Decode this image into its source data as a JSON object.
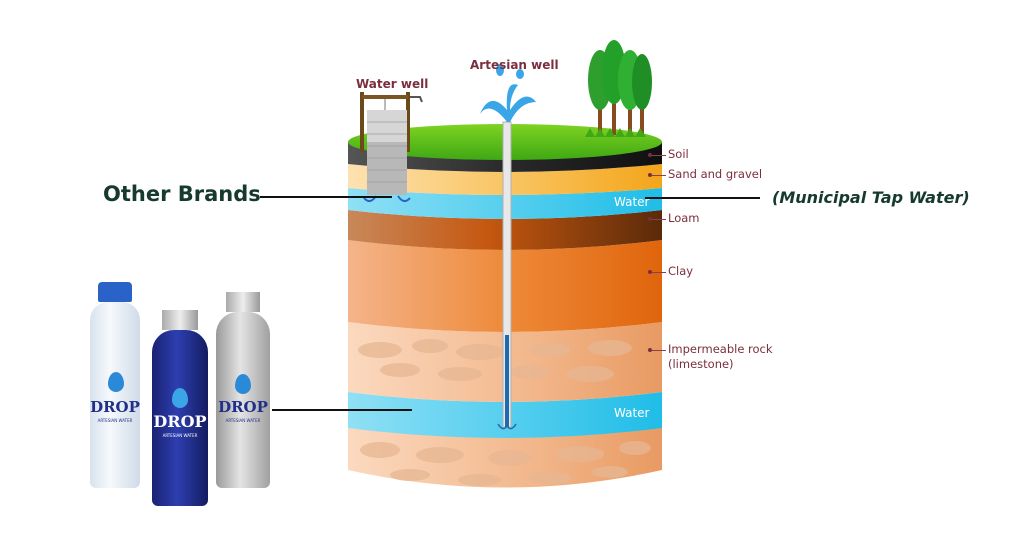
{
  "diagram": {
    "top_labels": {
      "water_well": "Water well",
      "artesian_well": "Artesian well"
    },
    "layers": [
      {
        "name": "Soil",
        "color": "#1e1e1e"
      },
      {
        "name": "Sand and gravel",
        "color": "#f6b13a"
      },
      {
        "name": "Water",
        "color": "#3cc7ec"
      },
      {
        "name": "Loam",
        "color": "#6b3510"
      },
      {
        "name": "Clay",
        "color": "#e46a12"
      },
      {
        "name": "Impermeable rock (limestone)",
        "color": "#efa876"
      },
      {
        "name": "Water",
        "color": "#3cc7ec"
      }
    ],
    "layer_labels": {
      "soil": "Soil",
      "sand": "Sand and gravel",
      "loam": "Loam",
      "clay": "Clay",
      "rock_line1": "Impermeable rock",
      "rock_line2": "(limestone)",
      "water_upper": "Water",
      "water_lower": "Water"
    },
    "ground_color": "#58c41c"
  },
  "callouts": {
    "other_brands": "Other Brands",
    "municipal": "(Municipal Tap Water)"
  },
  "products": {
    "brand": "DROP",
    "subtitle": "ARTESIAN WATER",
    "bottles": [
      {
        "type": "plastic",
        "cap_color": "#2a63c8",
        "body_color": "#e8eef6"
      },
      {
        "type": "aluminum-blue",
        "cap_color": "#c9c9c9",
        "body_color": "#1f2a8a"
      },
      {
        "type": "aluminum-silver",
        "cap_color": "#d0d0d0",
        "body_color": "#bdbdbd"
      }
    ]
  }
}
